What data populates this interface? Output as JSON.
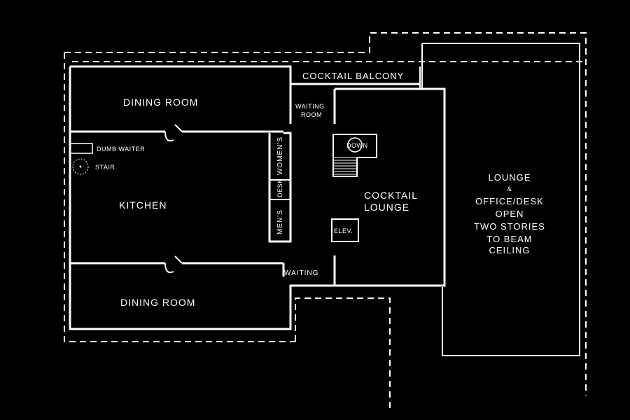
{
  "plan": {
    "rooms": {
      "dining_room_top": "DINING ROOM",
      "dining_room_bottom": "DINING ROOM",
      "kitchen": "KITCHEN",
      "dumb_waiter": "DUMB WAITER",
      "stair": "STAIR",
      "womens": "WOMEN'S",
      "desk": "DESK",
      "mens": "MEN'S",
      "cocktail_balcony": "COCKTAIL BALCONY",
      "waiting_room_line1": "WAITING",
      "waiting_room_line2": "ROOM",
      "waiting": "WAITING",
      "down": "DOWN",
      "elev": "ELEV.",
      "cocktail_lounge_line1": "COCKTAIL",
      "cocktail_lounge_line2": "LOUNGE",
      "lounge_lines": [
        "LOUNGE",
        "&",
        "OFFICE/DESK",
        "OPEN",
        "TWO STORIES",
        "TO BEAM",
        "CEILING"
      ]
    },
    "colors": {
      "background": "#000000",
      "lines": "#ffffff"
    }
  }
}
